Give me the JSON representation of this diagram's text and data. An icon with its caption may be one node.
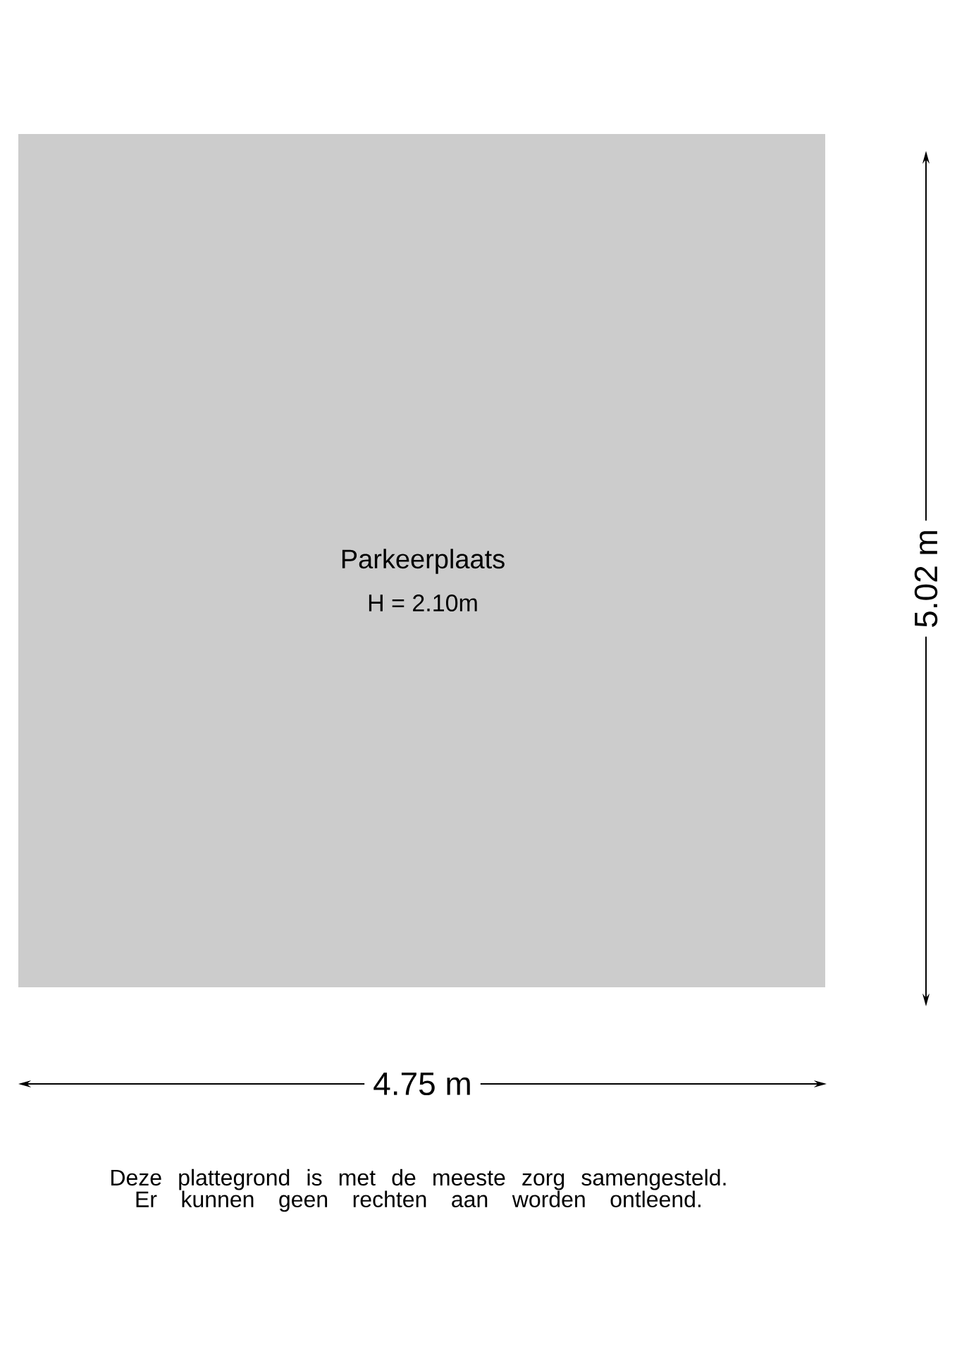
{
  "diagram": {
    "nodes": [
      {
        "text": [
          "Parkeerplaats",
          "H = 2.10m"
        ]
      }
    ],
    "labels": [
      "4.75 m",
      "5.02 m",
      "Deze plattegrond is met de meeste zorg samengesteld. Er kunnen geen rechten aan worden ontleend."
    ]
  }
}
